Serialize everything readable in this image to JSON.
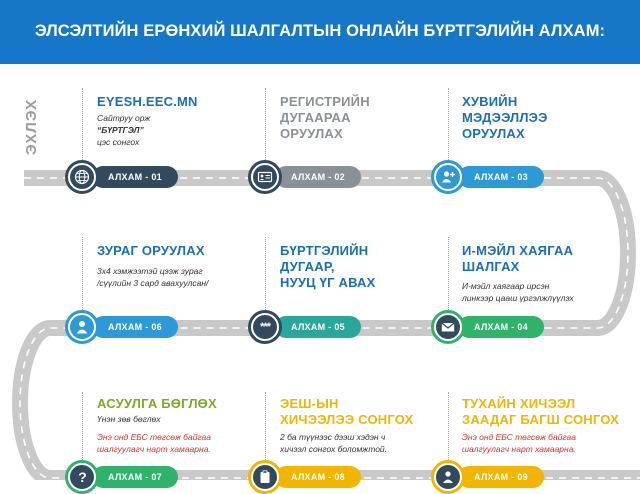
{
  "header": {
    "title": "ЭЛСЭЛТИЙН ЕРӨНХИЙ ШАЛГАЛТЫН ОНЛАЙН БҮРТГЭЛИЙН АЛХАМ:"
  },
  "start_label": "ЭХЛЭХ",
  "colors": {
    "header": "#1677c9",
    "title": "#1a6fb7",
    "dark": "#334a5e",
    "gray_title": "#8a9097",
    "blue": "#2c9ad6",
    "teal": "#2aa79b",
    "green": "#2fb36b",
    "yellow": "#f2b500",
    "olive": "#7fa82b",
    "road": "#c9c9c9"
  },
  "steps": [
    {
      "label": "АЛХАМ - 01",
      "title": "EYESH.EEC.MN",
      "desc_line1": "Сайтруу орж",
      "desc_line2": "“БҮРТГЭЛ”",
      "desc_line3": "цэс сонгох",
      "icon": "globe-icon"
    },
    {
      "label": "АЛХАМ - 02",
      "title_line1": "РЕГИСТРИЙН",
      "title_line2": "ДУГААРАА",
      "title_line3": "ОРУУЛАХ",
      "icon": "id-card-icon"
    },
    {
      "label": "АЛХАМ - 03",
      "title_line1": "ХУВИЙН",
      "title_line2": "МЭДЭЭЛЛЭЭ",
      "title_line3": "ОРУУЛАХ",
      "icon": "add-user-icon"
    },
    {
      "label": "АЛХАМ - 04",
      "title_line1": "И-МЭЙЛ ХАЯГАА",
      "title_line2": "ШАЛГАХ",
      "desc_line1": "И-мэйл хаягаар ирсэн",
      "desc_line2": "линкээр цааш үргэлжлүүлэх",
      "icon": "envelope-icon"
    },
    {
      "label": "АЛХАМ - 05",
      "title_line1": "БҮРТГЭЛИЙН",
      "title_line2": "ДУГААР,",
      "title_line3": "НУУЦ ҮГ АВАХ",
      "icon": "password-icon",
      "icon_text": "***"
    },
    {
      "label": "АЛХАМ - 06",
      "title": "ЗУРАГ ОРУУЛАХ",
      "desc_line1": "3х4 хэмжээтэй цээж зураг",
      "desc_line2": "/сүүлийн 3 сард авахуулсан/",
      "icon": "person-icon"
    },
    {
      "label": "АЛХАМ - 07",
      "title": "АСУУЛГА БӨГЛӨХ",
      "desc_line1": "Үнэн зөв бөглөх",
      "note_line1": "Энэ онд ЕБС төгсөж байгаа",
      "note_line2": "шалгуулагч нарт хамаарна.",
      "icon": "question-icon",
      "icon_text": "?"
    },
    {
      "label": "АЛХАМ - 08",
      "title_line1": "ЭЕШ-ЫН",
      "title_line2": "ХИЧЭЭЛЭЭ СОНГОХ",
      "desc_line1": "2 ба түүнээс дээш хэдэн ч",
      "desc_line2": "хичээл сонгох боломжтой.",
      "icon": "clipboard-icon"
    },
    {
      "label": "АЛХАМ - 09",
      "title_line1": "ТУХАЙН ХИЧЭЭЛ",
      "title_line2": "ЗААДАГ БАГШ СОНГОХ",
      "note_line1": "Энэ онд ЕБС төгсөж байгаа",
      "note_line2": "шалгуулагч нарт хамаарна.",
      "icon": "teacher-icon"
    }
  ]
}
